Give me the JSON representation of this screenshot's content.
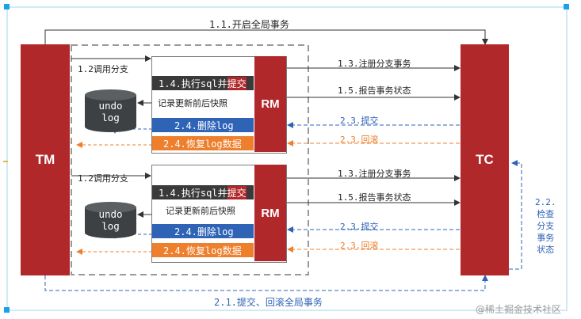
{
  "nodes": {
    "tm": "TM",
    "tc": "TC",
    "rm1": "RM",
    "rm2": "RM"
  },
  "arrows": {
    "begin_global": "1.1.开启全局事务",
    "commit_global": "2.1.提交、回滚全局事务",
    "branch_check": "2.2.\n检查\n分支\n事务\n状态"
  },
  "branches": [
    {
      "call_branch": "1.2调用分支",
      "exec_prefix": "1.4.执行sql并",
      "exec_highlight": "提交",
      "snapshot": "记录更新前后快照",
      "delete_log": "2.4.删除log",
      "restore_log": "2.4.恢复log数据",
      "undo_line1": "undo",
      "undo_line2": "log",
      "register": "1.3.注册分支事务",
      "report": "1.5.报告事务状态",
      "commit": "2.3.提交",
      "rollback": "2.3.回滚"
    },
    {
      "call_branch": "1.2调用分支",
      "exec_prefix": "1.4.执行sql并",
      "exec_highlight": "提交",
      "snapshot": "记录更新前后快照",
      "delete_log": "2.4.删除log",
      "restore_log": "2.4.恢复log数据",
      "undo_line1": "undo",
      "undo_line2": "log",
      "register": "1.3.注册分支事务",
      "report": "1.5.报告事务状态",
      "commit": "2.3.提交",
      "rollback": "2.3.回滚"
    }
  ],
  "watermark": "@稀土掘金技术社区",
  "colors": {
    "red": "#b1282b",
    "blue": "#2e63b6",
    "orange": "#ee7f2d",
    "dark": "#3a3a3a"
  }
}
